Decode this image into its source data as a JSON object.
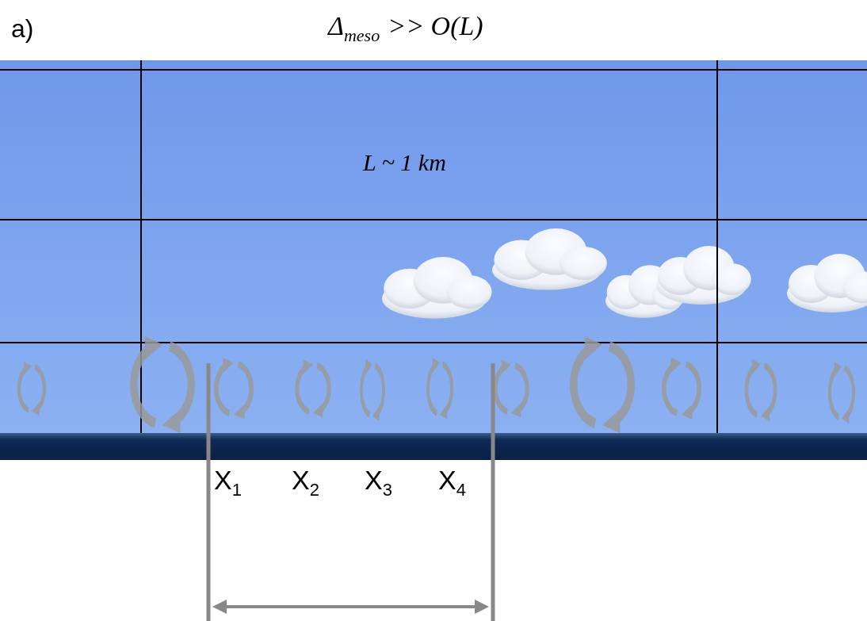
{
  "diagram": {
    "labels": [
      "a)",
      "Δ",
      "meso",
      ">> O(L)",
      "L ~ 1 km",
      "X",
      "1",
      "X",
      "2",
      "X",
      "3",
      "X",
      "4"
    ]
  }
}
